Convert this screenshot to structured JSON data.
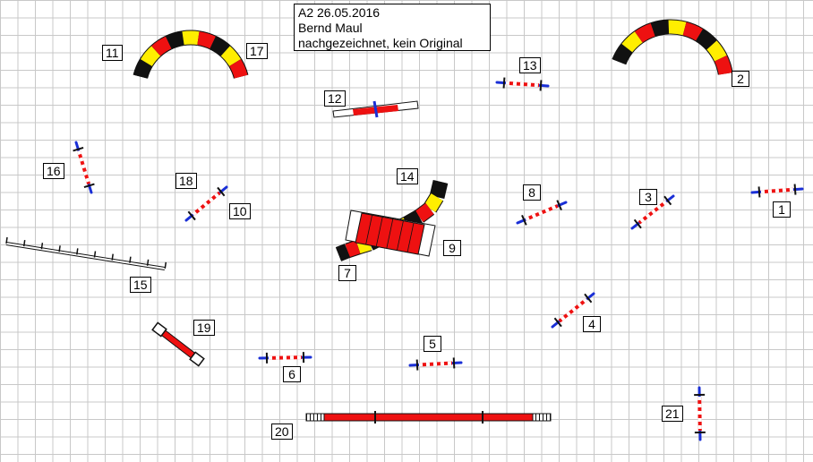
{
  "title_box": {
    "line1": "A2 26.05.2016",
    "line2": "Bernd Maul",
    "line3": "nachgezeichnet, kein Original"
  },
  "labels": {
    "n1": "1",
    "n2": "2",
    "n3": "3",
    "n4": "4",
    "n5": "5",
    "n6": "6",
    "n7": "7",
    "n8": "8",
    "n9": "9",
    "n10": "10",
    "n11": "11",
    "n12": "12",
    "n13": "13",
    "n14": "14",
    "n15": "15",
    "n16": "16",
    "n17": "17",
    "n18": "18",
    "n19": "19",
    "n20": "20",
    "n21": "21"
  },
  "colors": {
    "grid": "#c8c8c8",
    "red": "#ee1111",
    "yellow": "#ffee00",
    "black": "#111111",
    "blue": "#1a2fd6",
    "white": "#ffffff"
  }
}
